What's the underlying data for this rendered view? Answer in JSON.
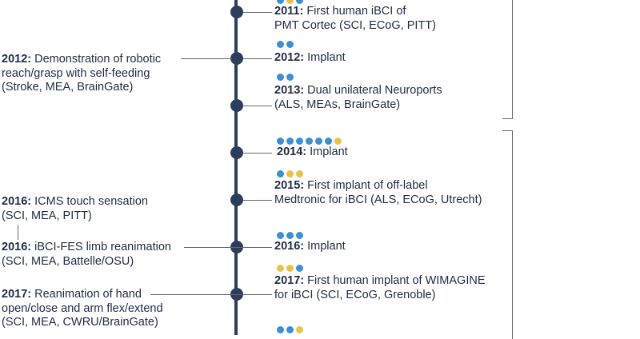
{
  "colors": {
    "axis": "#2c3e5c",
    "blue": "#3d8fd0",
    "yellow": "#e8c24a",
    "line": "#666666"
  },
  "right_events": [
    {
      "id": "r2011",
      "year": "2011:",
      "line1": "First human iBCI of",
      "line2": "PMT Cortec (SCI, ECoG, PITT)",
      "dots": [
        "blue",
        "yellow",
        "blue"
      ]
    },
    {
      "id": "r2012",
      "year": "2012:",
      "line1": "Implant",
      "line2": "",
      "dots": [
        "blue",
        "blue"
      ]
    },
    {
      "id": "r2013",
      "year": "2013:",
      "line1": "Dual unilateral Neuroports",
      "line2": "(ALS, MEAs, BrainGate)",
      "dots": [
        "blue",
        "blue"
      ]
    },
    {
      "id": "r2014",
      "year": "2014:",
      "line1": "Implant",
      "line2": "",
      "dots": [
        "blue",
        "blue",
        "blue",
        "blue",
        "blue",
        "blue",
        "yellow"
      ]
    },
    {
      "id": "r2015",
      "year": "2015:",
      "line1": "First implant of off-label",
      "line2": "Medtronic for iBCI (ALS, ECoG, Utrecht)",
      "dots": [
        "blue",
        "yellow",
        "yellow"
      ]
    },
    {
      "id": "r2016",
      "year": "2016:",
      "line1": "Implant",
      "line2": "",
      "dots": [
        "blue",
        "blue",
        "blue"
      ]
    },
    {
      "id": "r2017",
      "year": "2017:",
      "line1": "First human implant of WIMAGINE",
      "line2": "for iBCI (SCI, ECoG, Grenoble)",
      "dots": [
        "yellow",
        "yellow",
        "blue"
      ]
    },
    {
      "id": "r2018",
      "year": "",
      "line1": "",
      "line2": "",
      "dots": [
        "blue",
        "blue",
        "yellow"
      ]
    }
  ],
  "left_events": [
    {
      "id": "l2012",
      "year": "2012:",
      "line1": "Demonstration of robotic",
      "line2": "reach/grasp with self-feeding",
      "line3": "(Stroke, MEA, BrainGate)"
    },
    {
      "id": "l2016a",
      "year": "2016:",
      "line1": "ICMS touch sensation",
      "line2": "(SCI, MEA, PITT)",
      "line3": ""
    },
    {
      "id": "l2016b",
      "year": "2016:",
      "line1": "iBCI-FES limb reanimation",
      "line2": "(SCI, MEA, Battelle/OSU)",
      "line3": ""
    },
    {
      "id": "l2017",
      "year": "2017:",
      "line1": "Reanimation of hand",
      "line2": "open/close and arm flex/extend",
      "line3": "(SCI, MEA, CWRU/BrainGate)"
    }
  ]
}
